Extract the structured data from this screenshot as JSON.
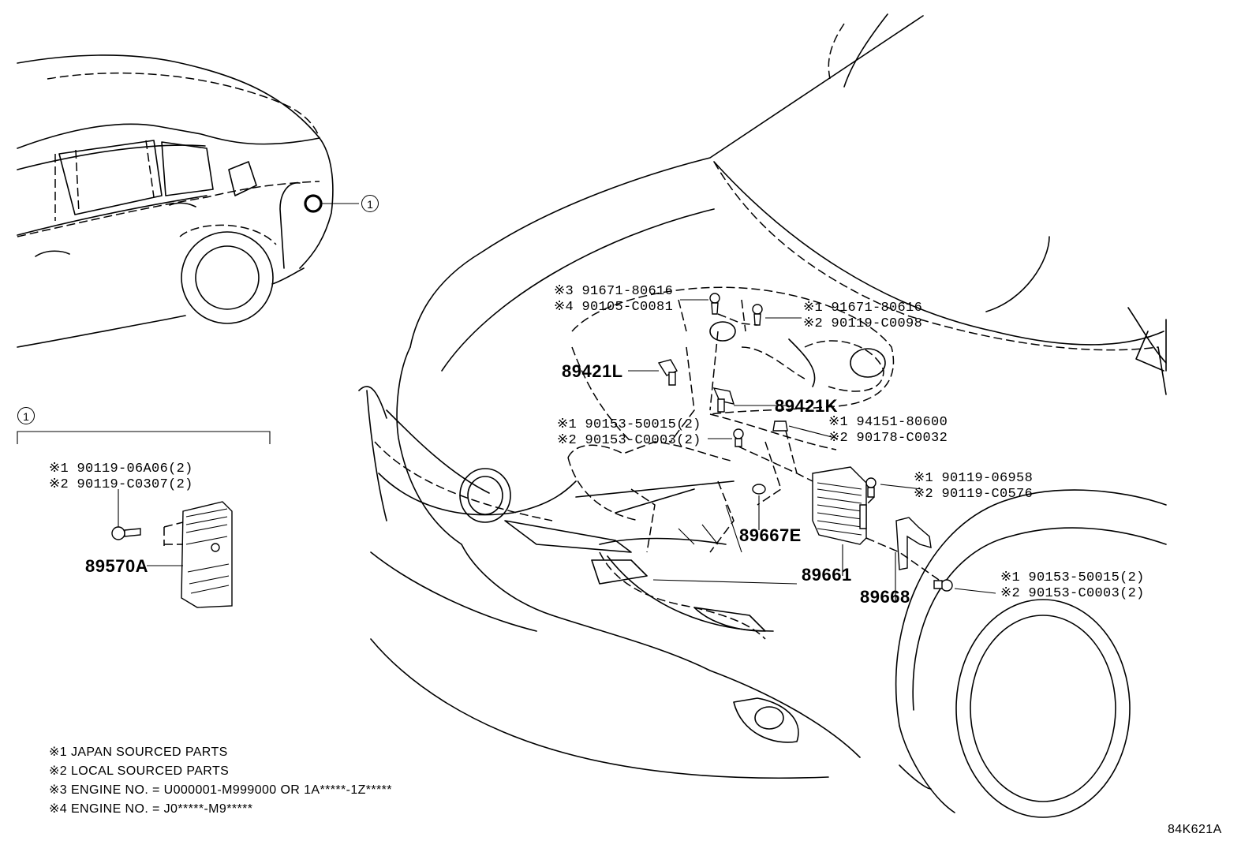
{
  "callout_marker": "1",
  "callout_section": {
    "marker": "1",
    "bolt_note_1": "※1 90119-06A06(2)",
    "bolt_note_2": "※2 90119-C0307(2)",
    "module_label": "89570A"
  },
  "engine_labels": {
    "bolt_top_left_1": "※3 91671-80616",
    "bolt_top_left_2": "※4 90105-C0081",
    "bolt_top_right_1": "※1 91671-80616",
    "bolt_top_right_2": "※2 90119-C0098",
    "sensor_left": "89421L",
    "sensor_right": "89421K",
    "bolt_mid_left_1": "※1 90153-50015(2)",
    "bolt_mid_left_2": "※2 90153-C0003(2)",
    "bolt_mid_right_1": "※1 94151-80600",
    "bolt_mid_right_2": "※2 90178-C0032",
    "bolt_ecu_1": "※1 90119-06958",
    "bolt_ecu_2": "※2 90119-C0576",
    "part_89667e": "89667E",
    "part_89661": "89661",
    "part_89668": "89668",
    "bolt_lower_1": "※1 90153-50015(2)",
    "bolt_lower_2": "※2 90153-C0003(2)"
  },
  "legend": [
    "※1 JAPAN SOURCED PARTS",
    "※2 LOCAL SOURCED PARTS",
    "※3 ENGINE NO. = U000001-M999000 OR 1A*****-1Z*****",
    "※4 ENGINE NO. = J0*****-M9*****"
  ],
  "diagram_code": "84K621A"
}
